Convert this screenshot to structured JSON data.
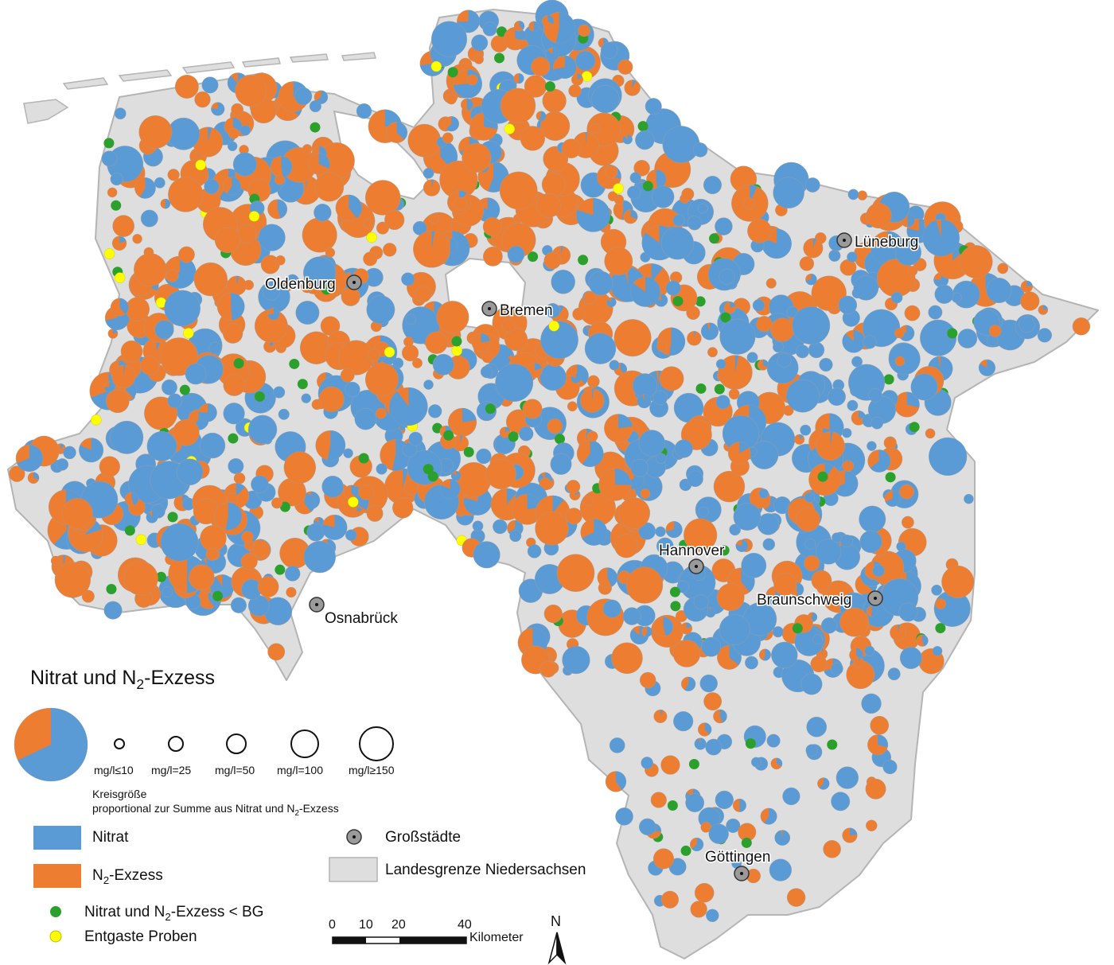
{
  "colors": {
    "nitrat": "#5b9bd5",
    "n2_exzess": "#ed7d31",
    "below_bg": "#2ca02c",
    "entgast": "#ffff00",
    "land": "#dedede",
    "land_border": "#b4b4b4",
    "city_marker": "#9a9a9a"
  },
  "cities": [
    {
      "name": "Lüneburg"
    },
    {
      "name": "Oldenburg"
    },
    {
      "name": "Bremen"
    },
    {
      "name": "Hannover"
    },
    {
      "name": "Braunschweig"
    },
    {
      "name": "Osnabrück"
    },
    {
      "name": "Göttingen"
    }
  ],
  "legend": {
    "title_main": "Nitrat und N",
    "title_sub": "2",
    "title_rest": "-Exzess",
    "size_classes": [
      "mg/l≤10",
      "mg/l=25",
      "mg/l=50",
      "mg/l=100",
      "mg/l≥150"
    ],
    "size_note_line1": "Kreisgröße",
    "size_note_line2_main": "proportional zur Summe aus Nitrat und N",
    "size_note_line2_sub": "2",
    "size_note_line2_rest": "-Exzess",
    "nitrat_label": "Nitrat",
    "n2_main": "N",
    "n2_sub": "2",
    "n2_rest": "-Exzess",
    "bg_main": "Nitrat und N",
    "bg_sub": "2",
    "bg_rest": "-Exzess < BG",
    "entgast_label": "Entgaste Proben",
    "grossstaedte_label": "Großstädte",
    "landesgrenze_label": "Landesgrenze Niedersachsen"
  },
  "scalebar": {
    "ticks": [
      "0",
      "10",
      "20",
      "40"
    ],
    "unit": "Kilometer"
  },
  "north_label": "N"
}
